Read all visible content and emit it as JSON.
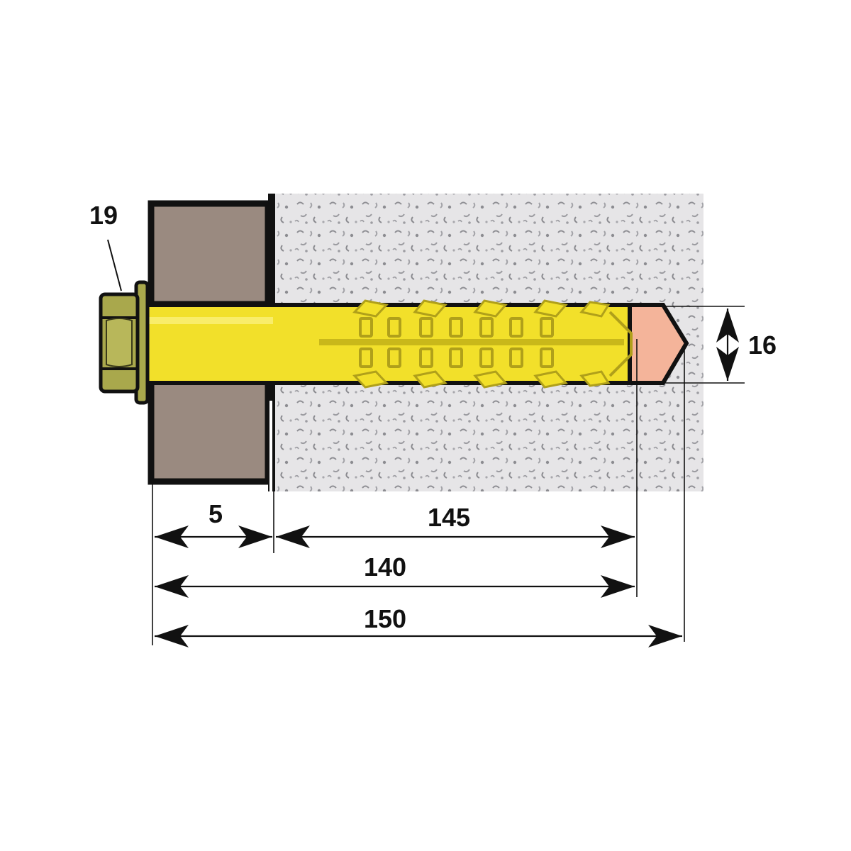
{
  "dimensions": {
    "wrench_size": "19",
    "diameter": "16",
    "fixture_thickness": "5",
    "drill_depth": "145",
    "anchor_depth": "140",
    "anchor_length": "150"
  },
  "colors": {
    "concrete": "#e6e5e7",
    "fixture": "#9a8a80",
    "sleeve": "#f2e02a",
    "sleeve_shade": "#c9b81a",
    "bolt_head": "#a9a84c",
    "drill_hole": "#f4b49a",
    "outline": "#111111"
  }
}
